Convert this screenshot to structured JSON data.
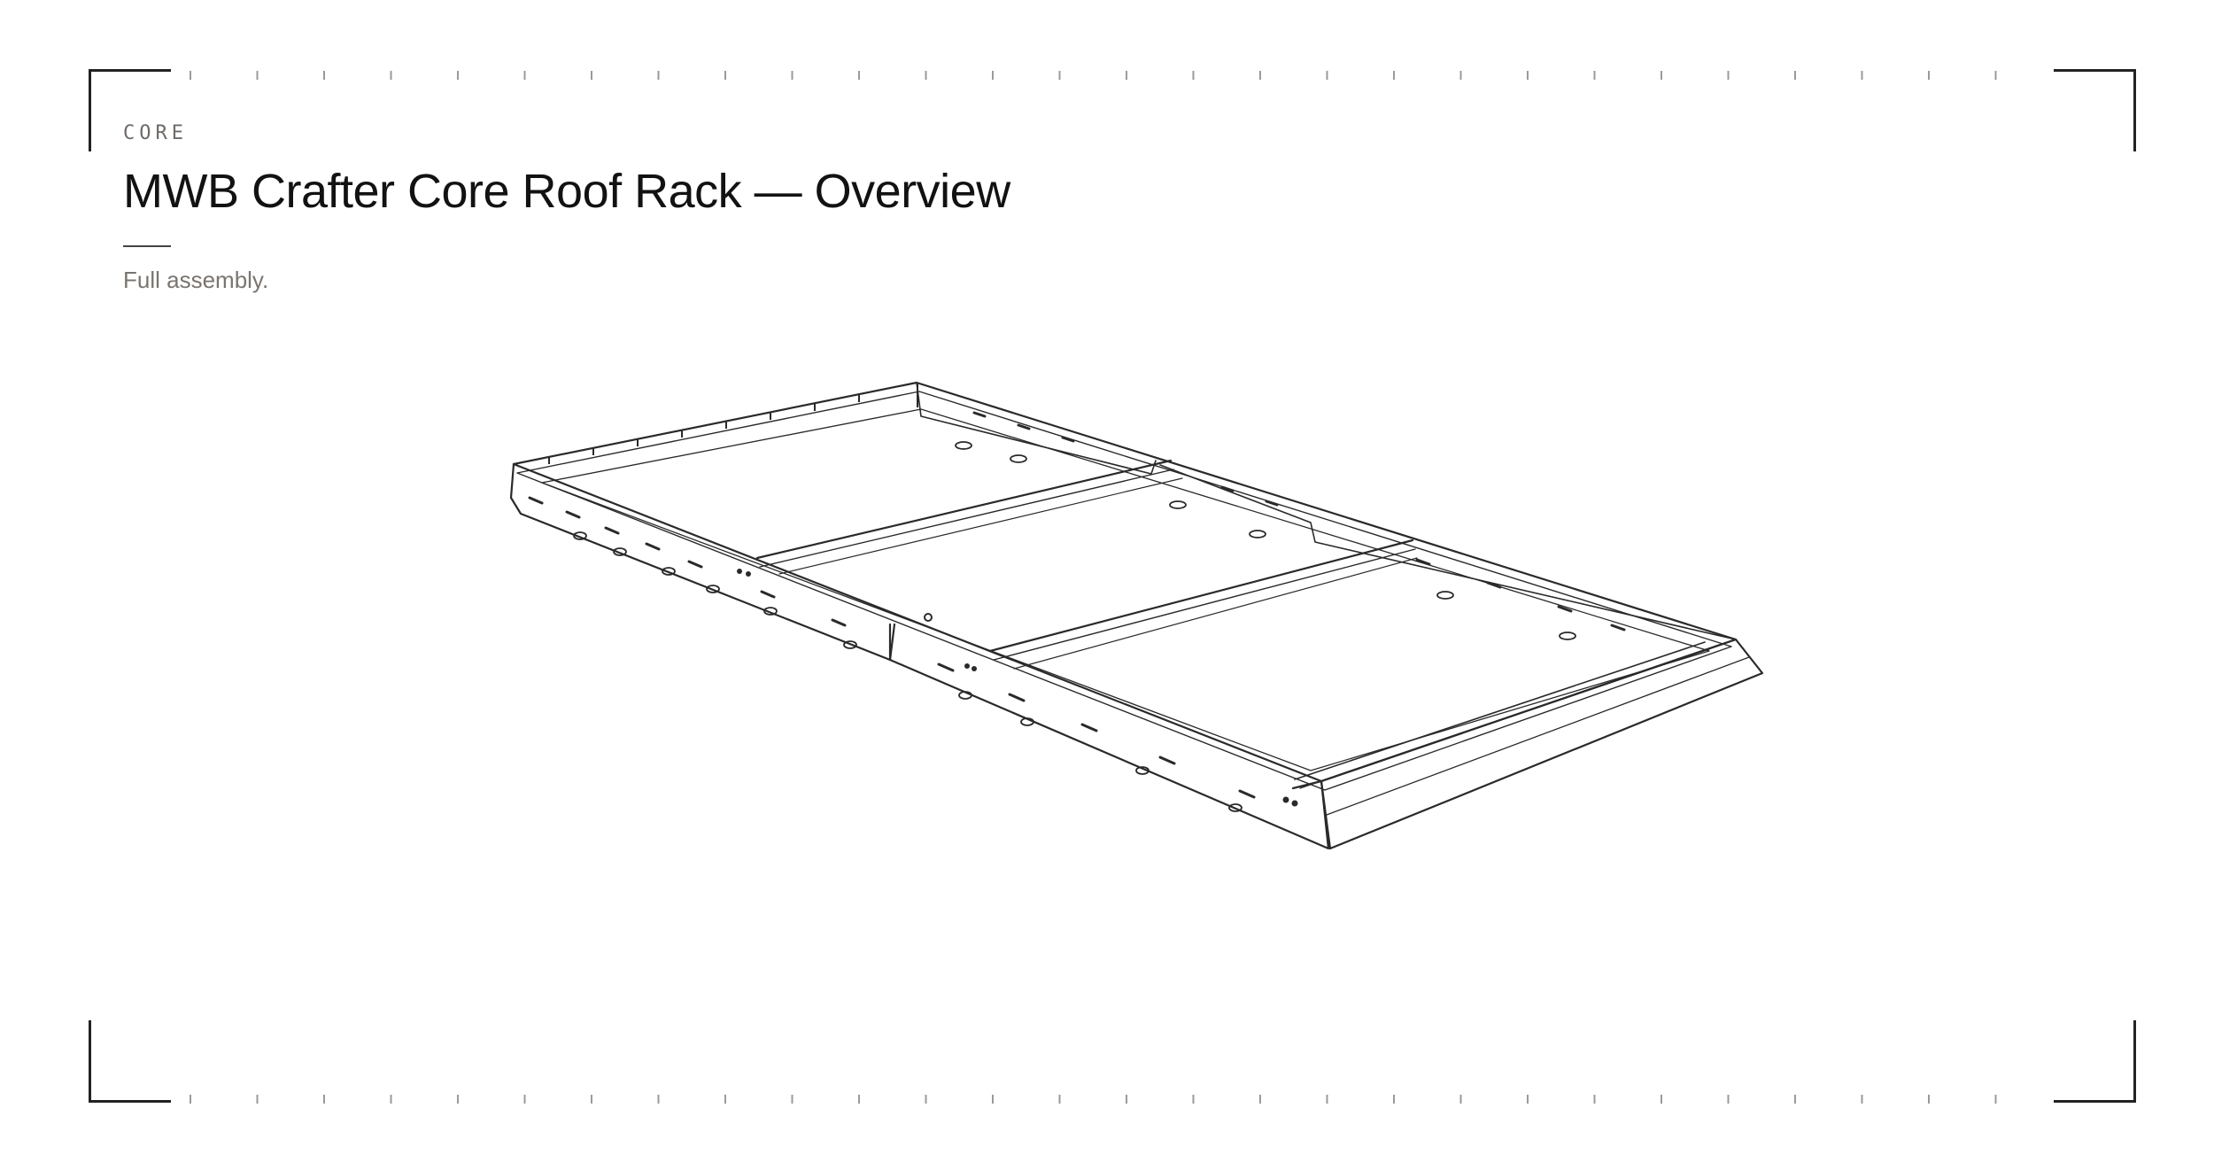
{
  "header": {
    "eyebrow": "CORE",
    "title": "MWB Crafter Core Roof Rack — Overview",
    "subtitle": "Full assembly."
  },
  "figure": {
    "subject": "roof-rack-assembly-icon"
  },
  "colors": {
    "ink": "#141414",
    "muted": "#7a746f",
    "line": "#222222",
    "background": "#ffffff"
  }
}
